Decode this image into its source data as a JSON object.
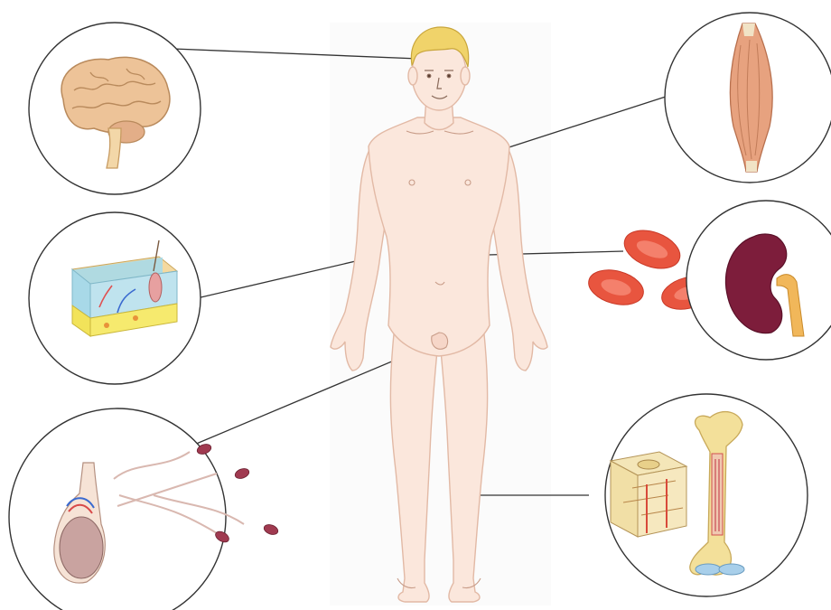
{
  "diagram": {
    "subject": "human-body",
    "callouts": [
      {
        "id": "brain",
        "icon": "brain-icon",
        "side": "left"
      },
      {
        "id": "skin",
        "icon": "skin-cross-section-icon",
        "side": "left"
      },
      {
        "id": "sperm",
        "icon": "testis-sperm-icon",
        "side": "left"
      },
      {
        "id": "muscle",
        "icon": "muscle-icon",
        "side": "right"
      },
      {
        "id": "blood-kidney",
        "icon": "red-blood-cell-kidney-icon",
        "side": "right"
      },
      {
        "id": "bone",
        "icon": "bone-icon",
        "side": "right"
      }
    ],
    "colors": {
      "skin": "#fbe7dc",
      "skin_outline": "#e2b9a5",
      "hair": "#f0d36a",
      "blood_cell": "#e8553f",
      "kidney": "#7d1d3b",
      "muscle": "#e7a27f",
      "bone": "#f3e09a",
      "brain": "#edc398"
    }
  }
}
